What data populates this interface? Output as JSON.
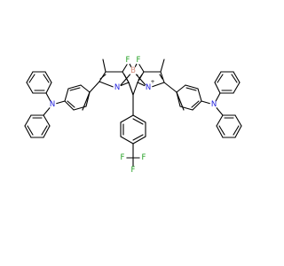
{
  "molecule": {
    "atom_labels": {
      "B": "B",
      "F1": "F",
      "F2": "F",
      "N_pyrrole_left": "N",
      "N_pyrrole_right": "N",
      "N_amine_left": "N",
      "N_amine_right": "N",
      "CF3_F1": "F",
      "CF3_F2": "F",
      "CF3_F3": "F"
    },
    "charges": {
      "B_charge": "-",
      "N_charge": "+"
    },
    "colors": {
      "bond": "#000000",
      "nitrogen": "#2222dd",
      "fluorine": "#22a022",
      "boron": "#d48a7a",
      "background": "#ffffff"
    }
  }
}
